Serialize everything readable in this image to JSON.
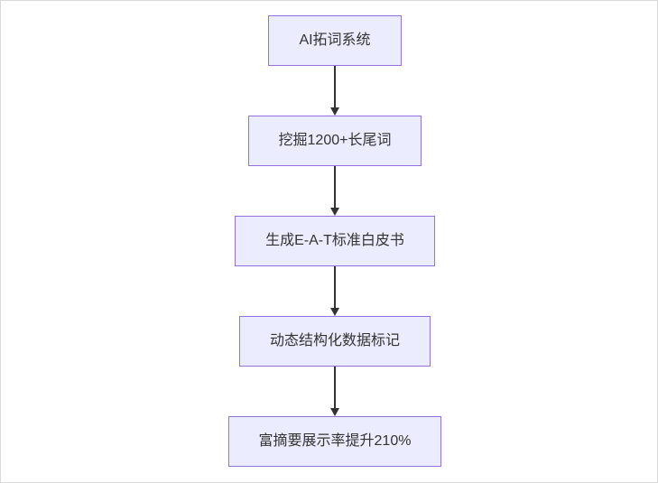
{
  "diagram": {
    "type": "flowchart",
    "direction": "top-to-bottom",
    "nodes": [
      {
        "label": "AI拓词系统"
      },
      {
        "label": "挖掘1200+长尾词"
      },
      {
        "label": "生成E-A-T标准白皮书"
      },
      {
        "label": "动态结构化数据标记"
      },
      {
        "label": "富摘要展示率提升210%"
      }
    ],
    "edges": [
      {
        "from": 0,
        "to": 1
      },
      {
        "from": 1,
        "to": 2
      },
      {
        "from": 2,
        "to": 3
      },
      {
        "from": 3,
        "to": 4
      }
    ],
    "colors": {
      "node_fill": "#ececff",
      "node_border": "#9370db",
      "arrow": "#333333",
      "text": "#333333",
      "background": "#ffffff"
    }
  }
}
